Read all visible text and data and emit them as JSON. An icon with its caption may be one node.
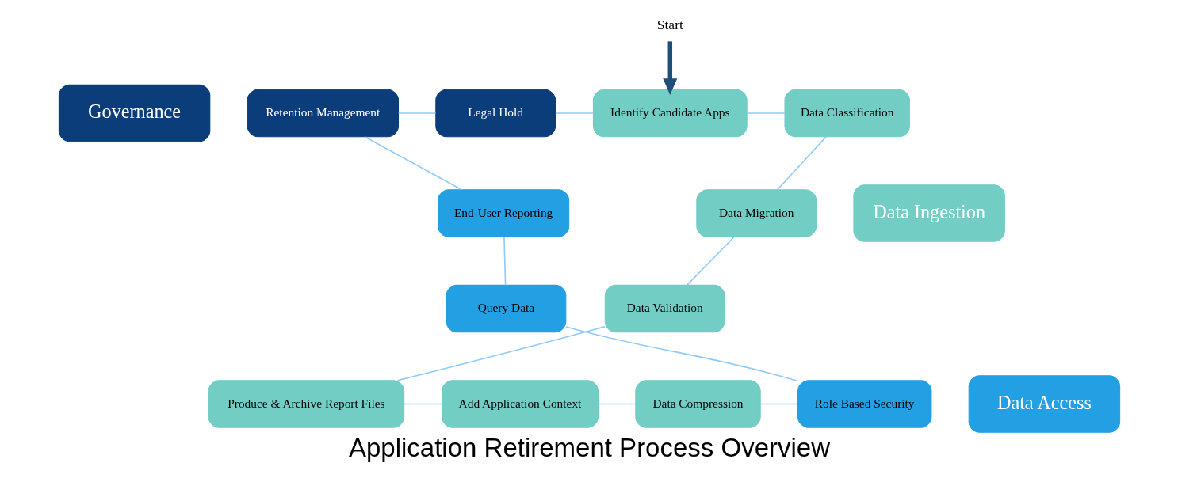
{
  "diagram": {
    "title": "Application Retirement Process Overview",
    "nodes": [
      {
        "text": [
          "Governance"
        ]
      },
      {
        "text": [
          "Start"
        ]
      },
      {
        "text": [
          "Retention Management"
        ]
      },
      {
        "text": [
          "Legal Hold"
        ]
      },
      {
        "text": [
          "Identify Candidate Apps"
        ]
      },
      {
        "text": [
          "Data Classification"
        ]
      },
      {
        "text": [
          "End-User Reporting"
        ]
      },
      {
        "text": [
          "Data Migration"
        ]
      },
      {
        "text": [
          "Data Ingestion"
        ]
      },
      {
        "text": [
          "Query Data"
        ]
      },
      {
        "text": [
          "Data Validation"
        ]
      },
      {
        "text": [
          "Data Access"
        ]
      },
      {
        "text": [
          "Role Based Security"
        ]
      },
      {
        "text": [
          "Data Compression"
        ]
      },
      {
        "text": [
          "Add Application Context"
        ]
      },
      {
        "text": [
          "Produce & Archive Report Files"
        ]
      }
    ],
    "edges": [
      {
        "from": 1,
        "to": 4,
        "arrow": "to",
        "style": "thick",
        "color": "#1f4e79"
      },
      {
        "from": 2,
        "to": 3,
        "arrow": "none"
      },
      {
        "from": 3,
        "to": 4,
        "arrow": "none"
      },
      {
        "from": 4,
        "to": 5,
        "arrow": "none"
      },
      {
        "from": 5,
        "to": 7,
        "arrow": "none"
      },
      {
        "from": 7,
        "to": 10,
        "arrow": "none"
      },
      {
        "from": 10,
        "to": 15,
        "arrow": "none"
      },
      {
        "from": 15,
        "to": 14,
        "arrow": "none"
      },
      {
        "from": 14,
        "to": 13,
        "arrow": "none"
      },
      {
        "from": 13,
        "to": 12,
        "arrow": "none"
      },
      {
        "from": 12,
        "to": 9,
        "arrow": "none"
      },
      {
        "from": 9,
        "to": 6,
        "arrow": "none"
      },
      {
        "from": 6,
        "to": 2,
        "arrow": "none"
      }
    ]
  }
}
